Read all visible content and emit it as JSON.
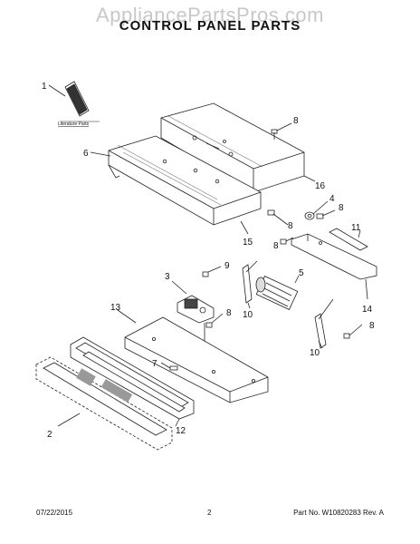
{
  "watermark": "AppliancePartsPros.com",
  "title": "CONTROL PANEL PARTS",
  "literature_label": "Literature Parts",
  "callouts": [
    "1",
    "2",
    "3",
    "4",
    "5",
    "6",
    "7",
    "8",
    "9",
    "10",
    "11",
    "12",
    "13",
    "14",
    "15",
    "16"
  ],
  "footer": {
    "date": "07/22/2015",
    "page": "2",
    "part_no": "Part No. W10820283  Rev. A"
  }
}
